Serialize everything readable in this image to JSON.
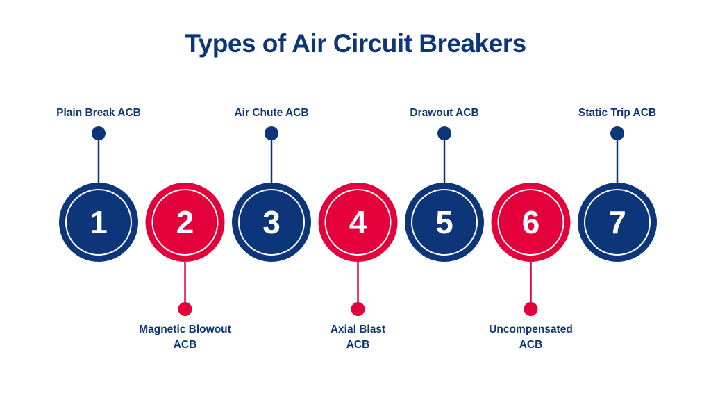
{
  "title": "Types of Air Circuit Breakers",
  "colors": {
    "navy": "#0c357a",
    "red": "#e4003b"
  },
  "items": [
    {
      "number": "1",
      "label": "Plain Break ACB",
      "position": "top",
      "color": "navy"
    },
    {
      "number": "2",
      "label": "Magnetic Blowout ACB",
      "line1": "Magnetic Blowout",
      "line2": "ACB",
      "position": "bottom",
      "color": "red"
    },
    {
      "number": "3",
      "label": "Air Chute ACB",
      "position": "top",
      "color": "navy"
    },
    {
      "number": "4",
      "label": "Axial Blast ACB",
      "line1": "Axial Blast",
      "line2": "ACB",
      "position": "bottom",
      "color": "red"
    },
    {
      "number": "5",
      "label": "Drawout ACB",
      "position": "top",
      "color": "navy"
    },
    {
      "number": "6",
      "label": "Uncompensated ACB",
      "line1": "Uncompensated",
      "line2": "ACB",
      "position": "bottom",
      "color": "red"
    },
    {
      "number": "7",
      "label": "Static Trip ACB",
      "position": "top",
      "color": "navy"
    }
  ]
}
